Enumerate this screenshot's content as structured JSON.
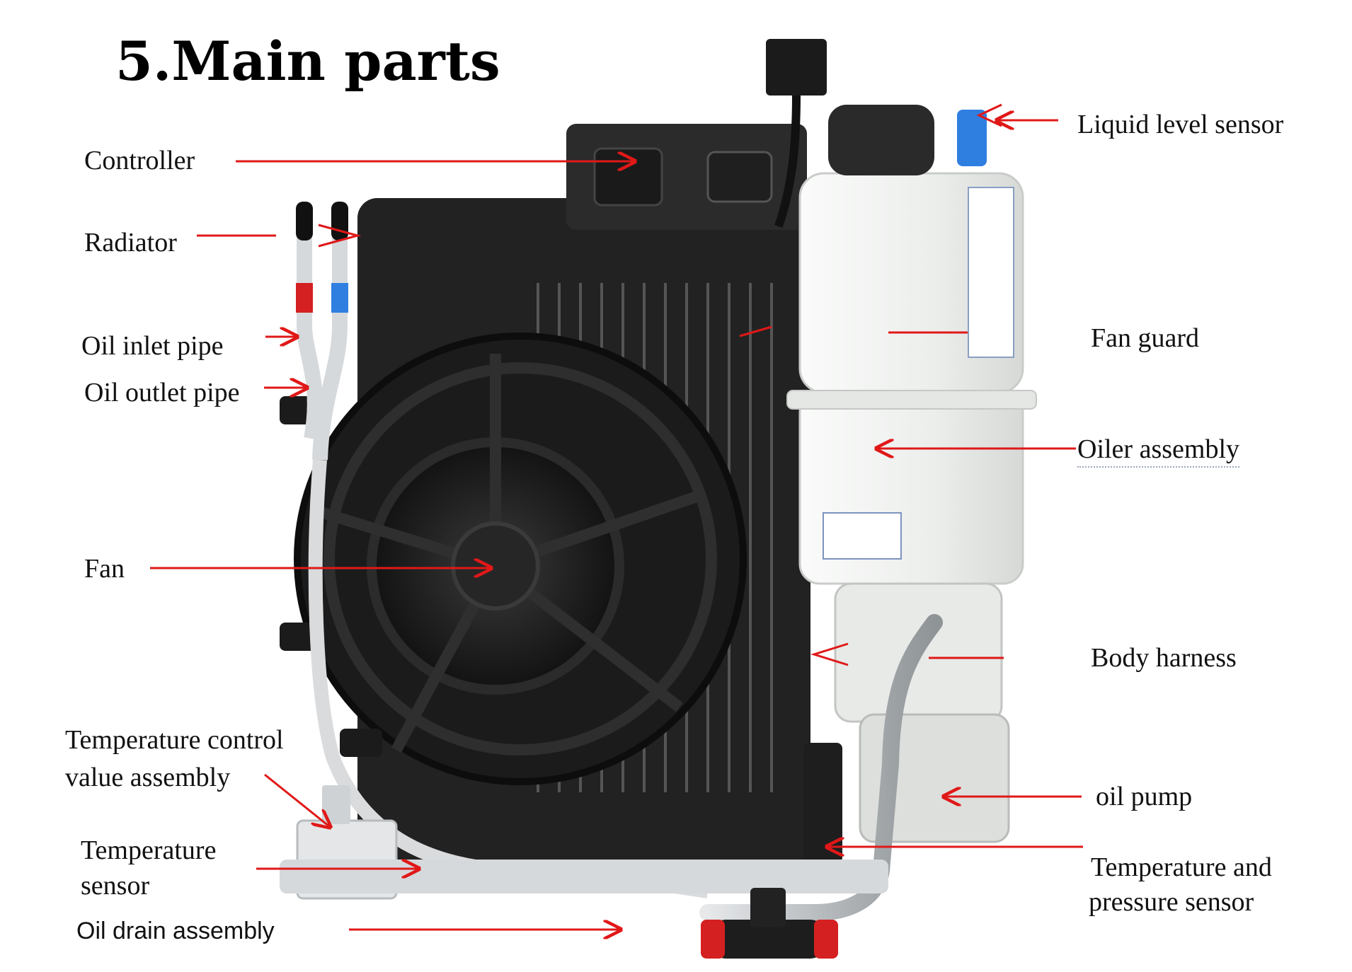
{
  "title": "5.Main parts",
  "labels": {
    "controller": "Controller",
    "radiator": "Radiator",
    "oil_inlet_pipe": "Oil inlet pipe",
    "oil_outlet_pipe": "Oil outlet pipe",
    "fan": "Fan",
    "temp_control_valve_line1": "Temperature control",
    "temp_control_valve_line2": "value assembly",
    "temp_sensor_line1": "Temperature",
    "temp_sensor_line2": "sensor",
    "oil_drain_assembly": "Oil drain assembly",
    "liquid_level_sensor": "Liquid level sensor",
    "fan_guard": "Fan guard",
    "oiler_assembly": "Oiler assembly",
    "body_harness": "Body harness",
    "oil_pump": "oil pump",
    "temp_pressure_sensor_line1": "Temperature and",
    "temp_pressure_sensor_line2": "pressure sensor"
  },
  "colors": {
    "arrow": "#e01818",
    "fan_body": "#1c1c1c",
    "radiator_core": "#2a2a2a",
    "tank": "#eef0ee",
    "pipe": "#c9cccf",
    "valve_red": "#d42020"
  }
}
